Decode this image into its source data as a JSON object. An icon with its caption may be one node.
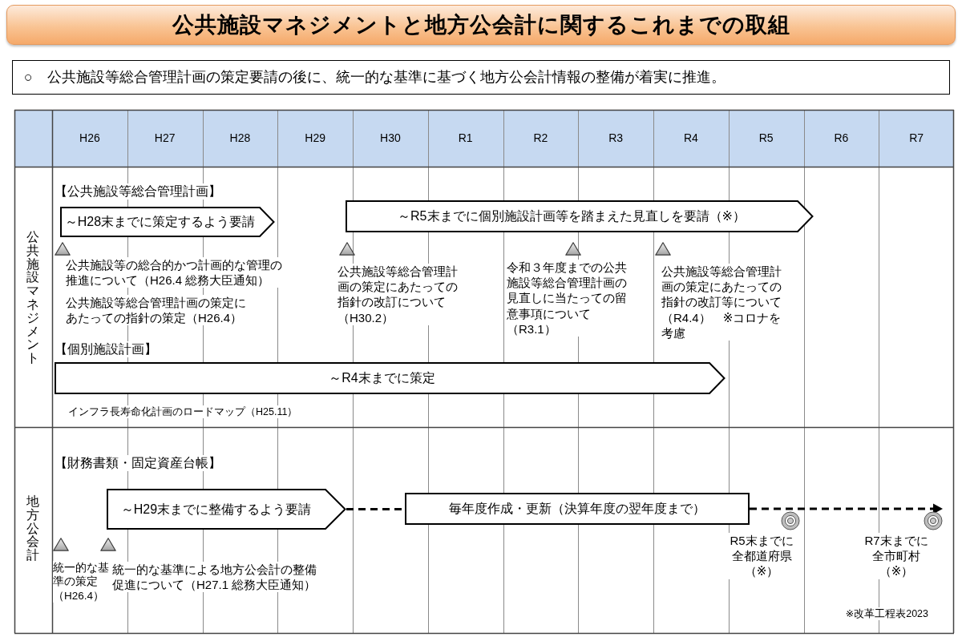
{
  "diagram": {
    "title": "公共施設マネジメントと地方公会計に関するこれまでの取組",
    "nodes": [
      {
        "text": [
          "○　公共施設等総合管理計画の策定要請の後に、統一的な基準に基づく地方公会計情報の整備が着実に推進。"
        ]
      },
      {
        "text": [
          "～H28末までに策定するよう要請"
        ]
      },
      {
        "text": [
          "～R5末までに個別施設計画等を踏まえた見直しを要請（※）"
        ]
      },
      {
        "text": [
          "～R4末までに策定"
        ]
      },
      {
        "text": [
          "～H29末までに整備するよう要請"
        ]
      },
      {
        "text": [
          "毎年度作成・更新（決算年度の翌年度まで）"
        ]
      }
    ],
    "edges": [
      {
        "from": 4,
        "to": 5,
        "arrow": "none",
        "style": "dashed"
      },
      {
        "from": 5,
        "to": null,
        "arrow": "to",
        "style": "dashed"
      }
    ],
    "labels": [
      "H26",
      "H27",
      "H28",
      "H29",
      "H30",
      "R1",
      "R2",
      "R3",
      "R4",
      "R5",
      "R6",
      "R7",
      "公共施設マネジメント",
      "【公共施設等総合管理計画】",
      "公共施設等の総合的かつ計画的な管理の推進について（H26.4 総務大臣通知）",
      "公共施設等総合管理計画の策定にあたっての指針の改訂について（H30.2）",
      "令和３年度までの公共施設等総合管理計画の見直しに当たっての留意事項について（R3.1）",
      "公共施設等総合管理計画の策定にあたっての指針の改訂等について（R4.4）　※コロナを考慮",
      "公共施設等総合管理計画の策定にあたっての指針の策定（H26.4）",
      "【個別施設計画】",
      "インフラ長寿命化計画のロードマップ（H25.11）",
      "地方公会計",
      "【財務書類・固定資産台帳】",
      "R5末までに全都道府県（※）",
      "R7末までに全市町村（※）",
      "統一的な基準の策定（H26.4）",
      "統一的な基準による地方公会計の整備促進について（H27.1 総務大臣通知）",
      "※改革工程表2023"
    ]
  }
}
